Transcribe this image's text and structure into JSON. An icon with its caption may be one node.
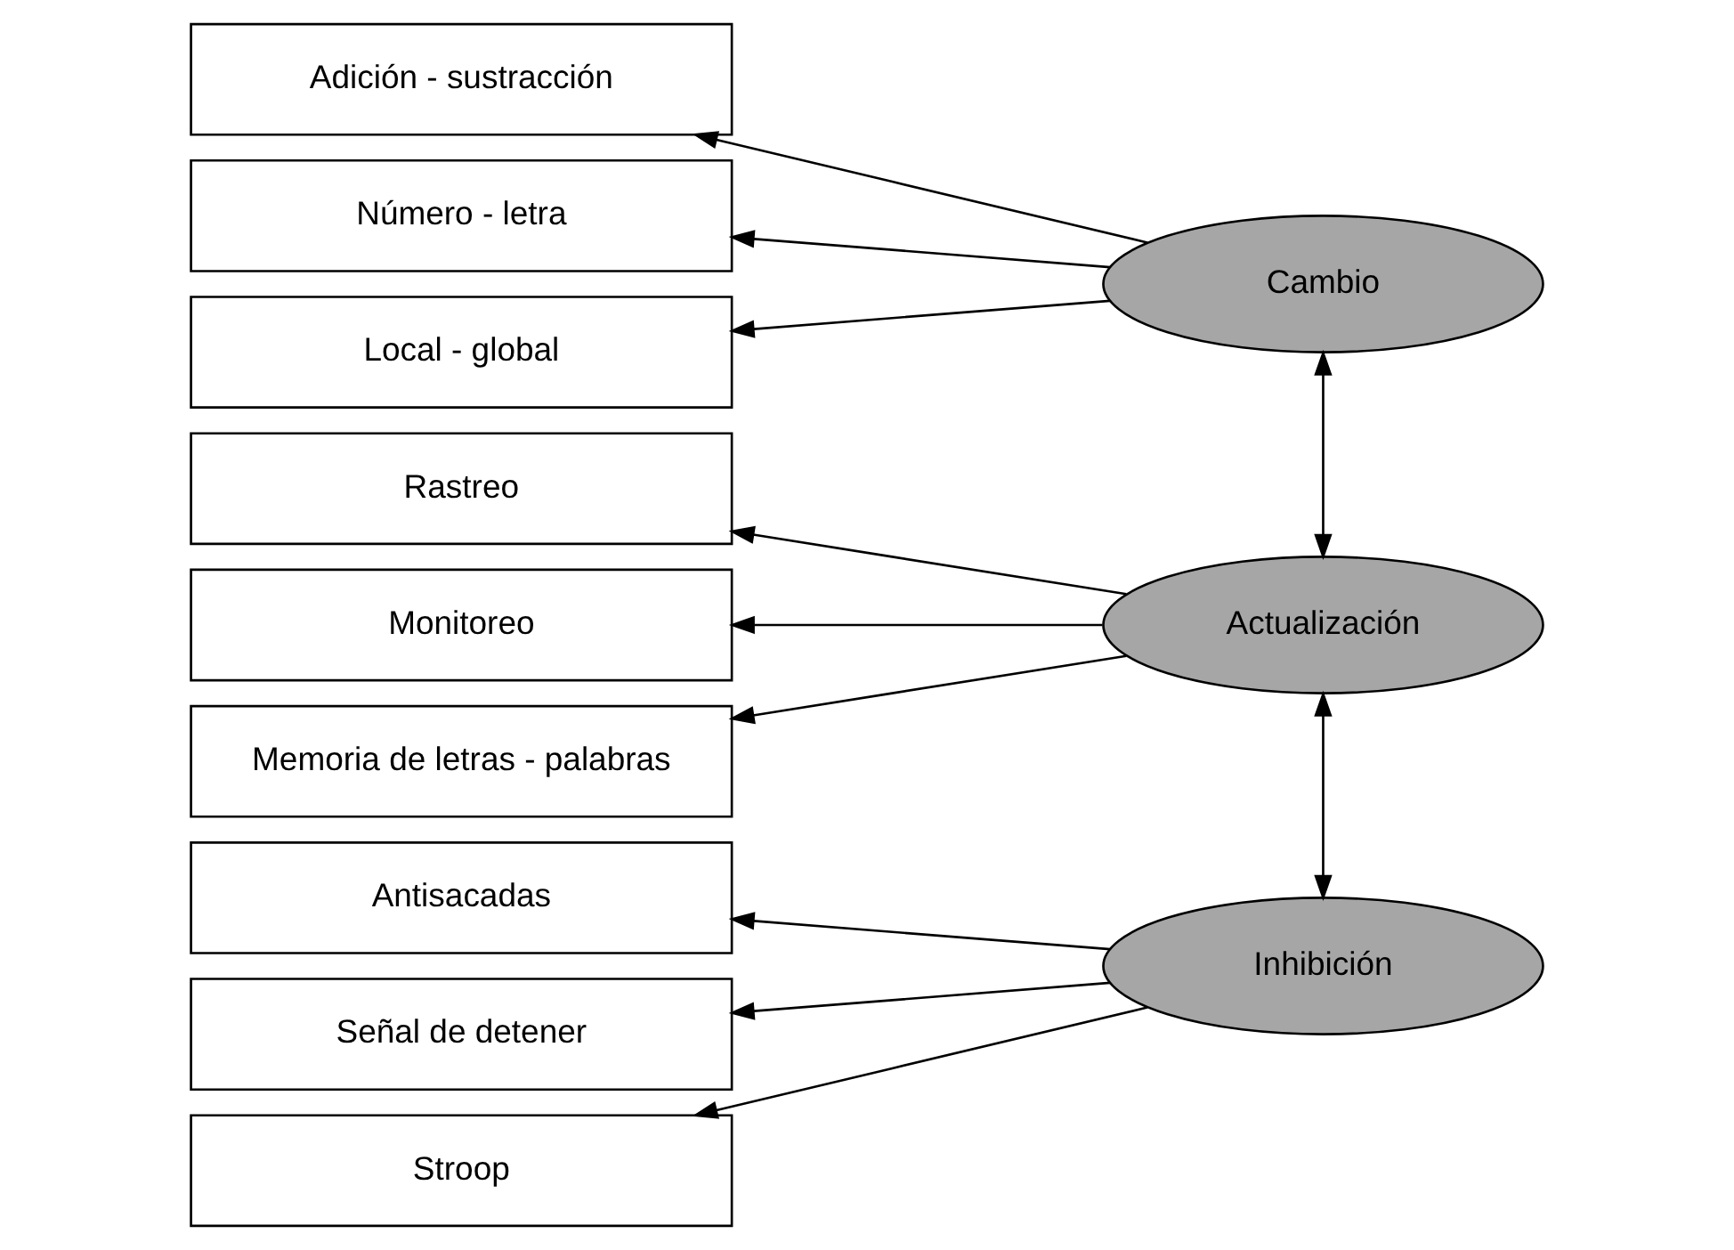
{
  "diagram": {
    "nodes": [
      {
        "text": [
          "Adición - sustracción"
        ]
      },
      {
        "text": [
          "Número - letra"
        ]
      },
      {
        "text": [
          "Local - global"
        ]
      },
      {
        "text": [
          "Cambio"
        ]
      },
      {
        "text": [
          "Rastreo"
        ]
      },
      {
        "text": [
          "Monitoreo"
        ]
      },
      {
        "text": [
          "Memoria de letras - palabras"
        ]
      },
      {
        "text": [
          "Actualización"
        ]
      },
      {
        "text": [
          "Antisacadas"
        ]
      },
      {
        "text": [
          "Señal de detener"
        ]
      },
      {
        "text": [
          "Stroop"
        ]
      },
      {
        "text": [
          "Inhibición"
        ]
      }
    ],
    "edges": [
      {
        "from": 3,
        "to": 0,
        "arrow": "to"
      },
      {
        "from": 3,
        "to": 1,
        "arrow": "to"
      },
      {
        "from": 3,
        "to": 2,
        "arrow": "to"
      },
      {
        "from": 3,
        "to": 7,
        "arrow": "both"
      },
      {
        "from": 7,
        "to": 4,
        "arrow": "to"
      },
      {
        "from": 7,
        "to": 5,
        "arrow": "to"
      },
      {
        "from": 7,
        "to": 6,
        "arrow": "to"
      },
      {
        "from": 7,
        "to": 11,
        "arrow": "both"
      },
      {
        "from": 11,
        "to": 8,
        "arrow": "to"
      },
      {
        "from": 11,
        "to": 9,
        "arrow": "to"
      },
      {
        "from": 11,
        "to": 10,
        "arrow": "to"
      }
    ]
  }
}
